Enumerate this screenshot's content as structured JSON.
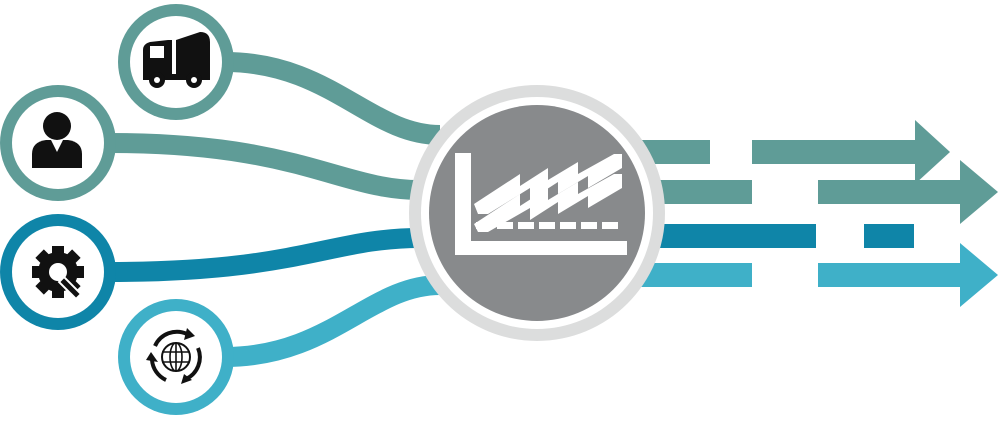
{
  "colors": {
    "teal": "#5f9c97",
    "blue": "#0f85a8",
    "light_blue": "#3fb0c8",
    "hub_gray": "#888a8c",
    "ring_gray": "#dcdddd",
    "icon_black": "#111111",
    "white": "#ffffff"
  },
  "inputs": [
    {
      "icon": "truck-icon",
      "color": "teal"
    },
    {
      "icon": "person-icon",
      "color": "teal"
    },
    {
      "icon": "gear-wrench-icon",
      "color": "blue"
    },
    {
      "icon": "globe-cycle-icon",
      "color": "light_blue"
    }
  ],
  "hub": {
    "icon": "factory-icon"
  },
  "outputs": [
    {
      "color": "teal",
      "segments": 2,
      "arrow": true
    },
    {
      "color": "teal",
      "segments": 2,
      "arrow": true
    },
    {
      "color": "blue",
      "segments": 2,
      "arrow": false
    },
    {
      "color": "light_blue",
      "segments": 2,
      "arrow": true
    }
  ]
}
